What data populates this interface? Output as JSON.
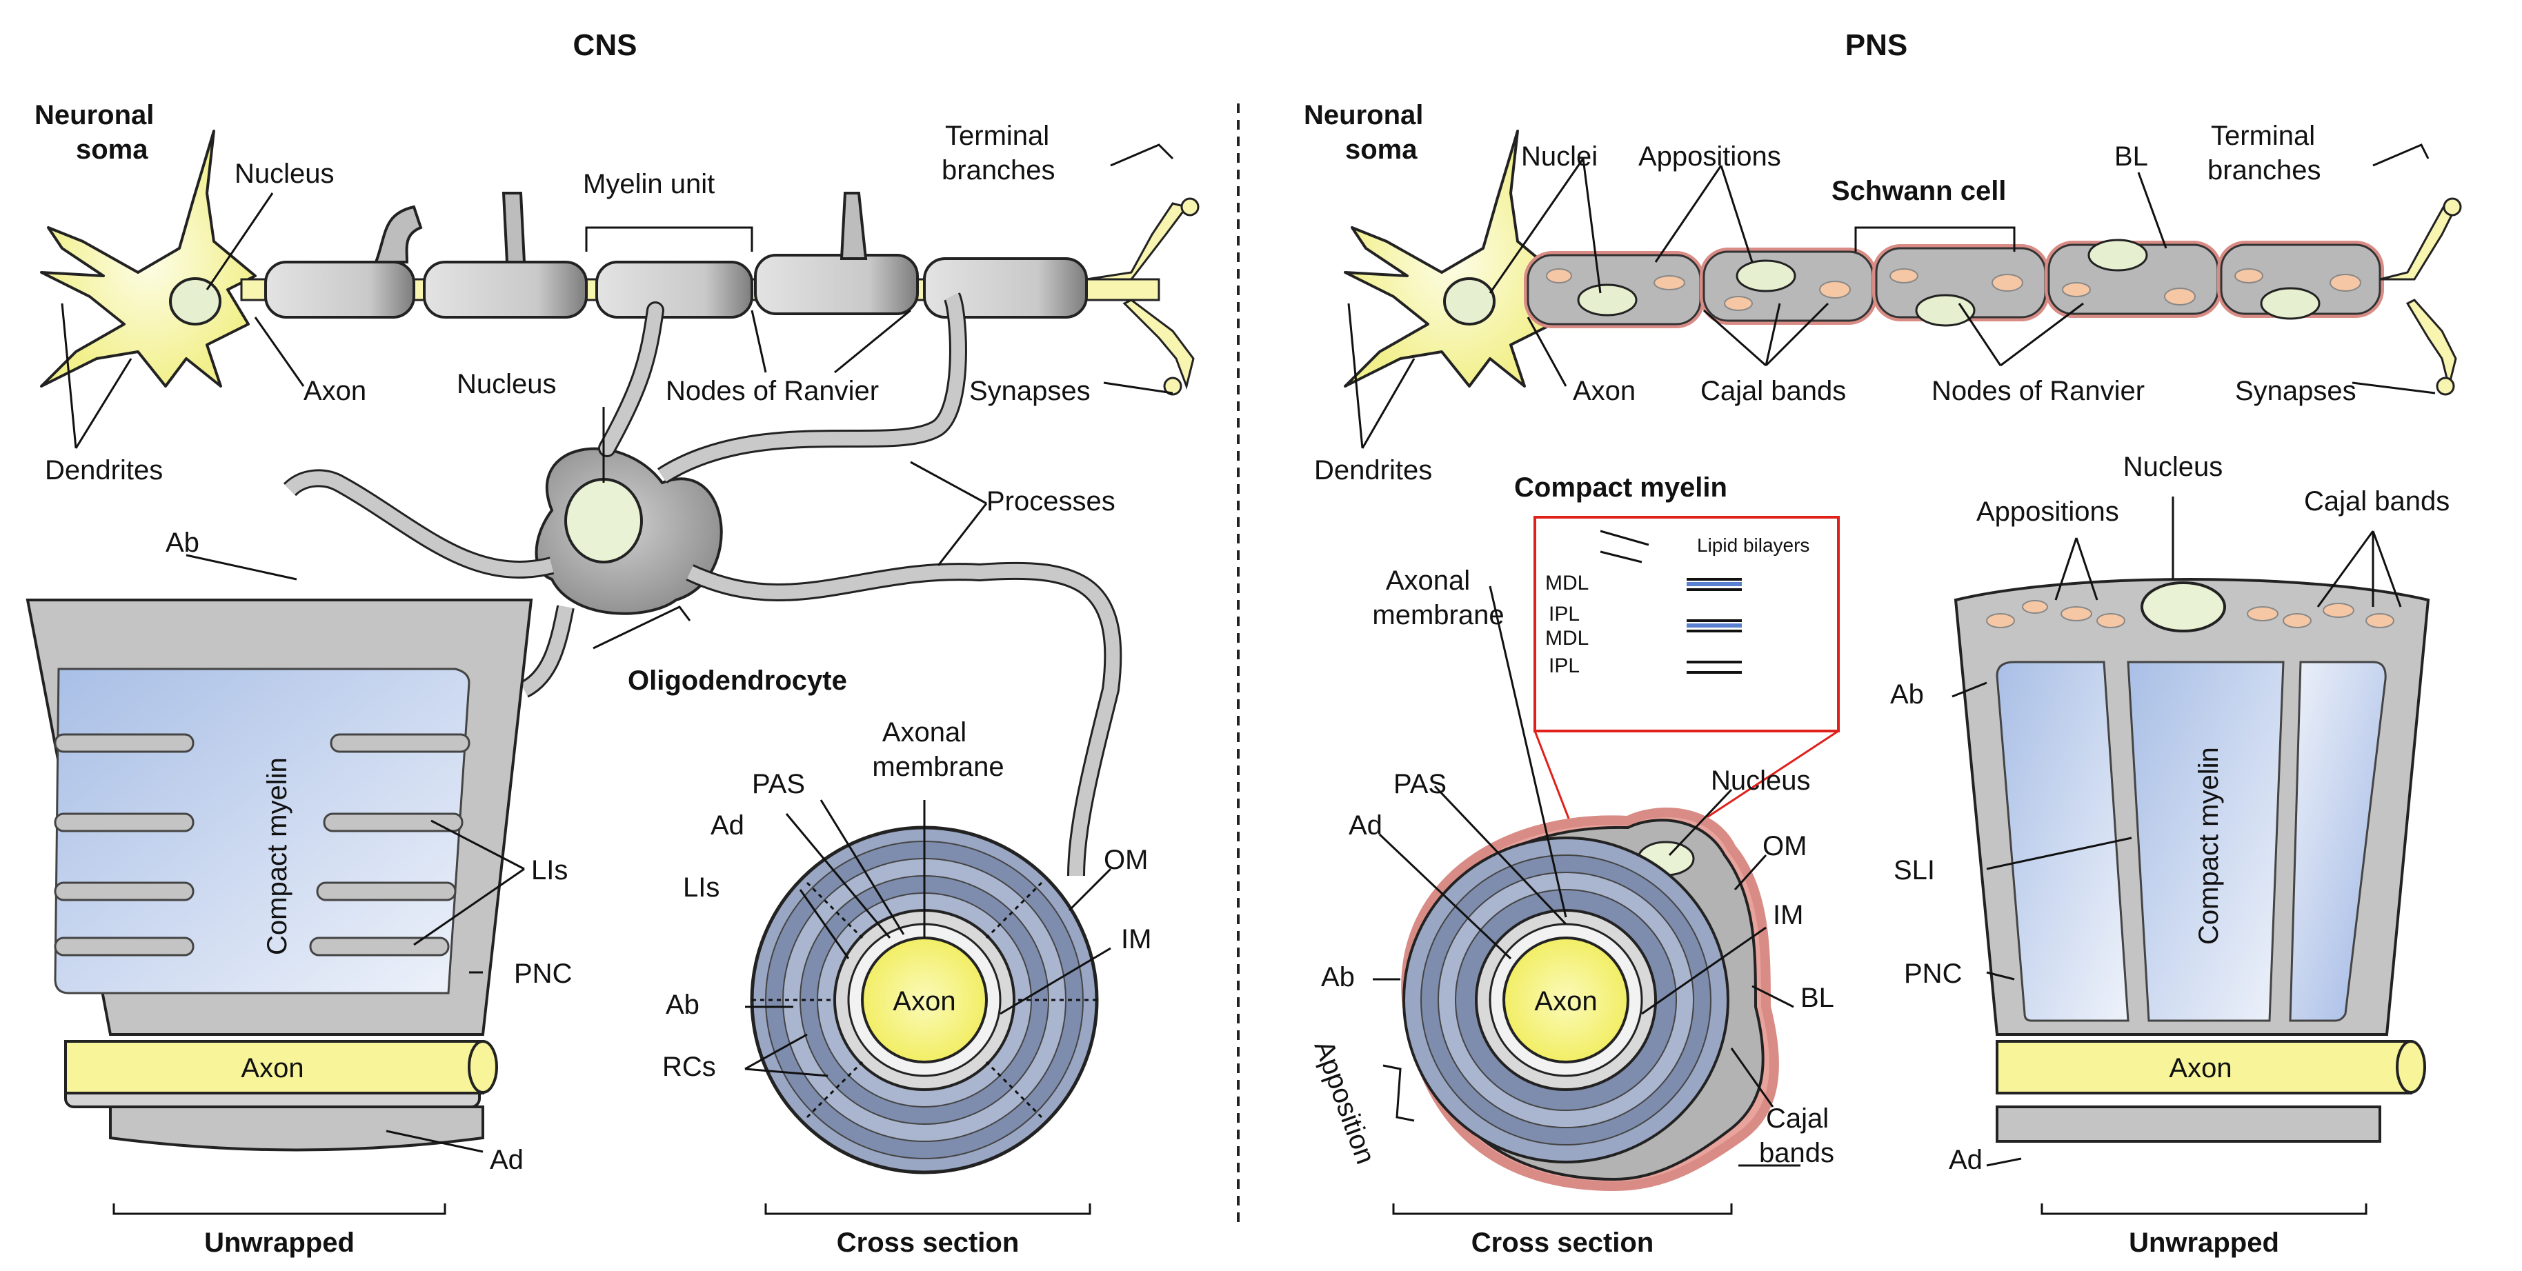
{
  "cns": {
    "heading": "CNS",
    "labels": {
      "neuronal_soma_1": "Neuronal",
      "neuronal_soma_2": "soma",
      "nucleus_top": "Nucleus",
      "myelin_unit": "Myelin unit",
      "terminal_1": "Terminal",
      "terminal_2": "branches",
      "axon_top": "Axon",
      "nucleus_olig": "Nucleus",
      "nodes_of_ranvier": "Nodes of Ranvier",
      "synapses": "Synapses",
      "dendrites": "Dendrites",
      "processes": "Processes",
      "oligodendrocyte": "Oligodendrocyte",
      "ab": "Ab",
      "compact_myelin": "Compact myelin",
      "lis_unwrapped": "LIs",
      "pnc": "PNC",
      "axon_bar": "Axon",
      "ad_unwrapped": "Ad",
      "unwrapped": "Unwrapped",
      "axonal_membrane_1": "Axonal",
      "axonal_membrane_2": "membrane",
      "pas": "PAS",
      "ad_cross": "Ad",
      "lis_cross": "LIs",
      "om": "OM",
      "im": "IM",
      "ab_cross": "Ab",
      "rcs": "RCs",
      "axon_cross": "Axon",
      "cross_section": "Cross section"
    }
  },
  "pns": {
    "heading": "PNS",
    "labels": {
      "neuronal_soma_1": "Neuronal",
      "neuronal_soma_2": "soma",
      "nuclei": "Nuclei",
      "appositions_top": "Appositions",
      "schwann_cell": "Schwann cell",
      "bl_top": "BL",
      "terminal_1": "Terminal",
      "terminal_2": "branches",
      "axon_top": "Axon",
      "cajal_bands_top": "Cajal bands",
      "nodes_of_ranvier": "Nodes of Ranvier",
      "synapses": "Synapses",
      "dendrites": "Dendrites",
      "compact_myelin_title": "Compact myelin",
      "lipid_bilayers": "Lipid bilayers",
      "mdl_1": "MDL",
      "ipl_1": "IPL",
      "mdl_2": "MDL",
      "ipl_2": "IPL",
      "axonal_membrane_1": "Axonal",
      "axonal_membrane_2": "membrane",
      "pas": "PAS",
      "ad_cross": "Ad",
      "nucleus_cross": "Nucleus",
      "om": "OM",
      "im": "IM",
      "ab_cross": "Ab",
      "bl_cross": "BL",
      "axon_cross": "Axon",
      "cajal_1": "Cajal",
      "cajal_2": "bands",
      "apposition": "Apposition",
      "cross_section": "Cross section",
      "nucleus_unwrapped": "Nucleus",
      "appositions_unwrapped": "Appositions",
      "cajal_bands_unwrapped": "Cajal bands",
      "ab_unwrapped": "Ab",
      "sli": "SLI",
      "compact_myelin": "Compact myelin",
      "pnc": "PNC",
      "axon_bar": "Axon",
      "ad_unwrapped": "Ad",
      "unwrapped": "Unwrapped"
    }
  },
  "colors": {
    "axon_yellow": "#f7f49a",
    "cell_gray": "#bdbdbd",
    "myelin_blue": "#c8d6ee",
    "schwann_outline": "#d98c86",
    "cajal_peach": "#f6c7a4",
    "highlight_red": "#e0201a",
    "nucleus_green": "#e9f2d4"
  }
}
